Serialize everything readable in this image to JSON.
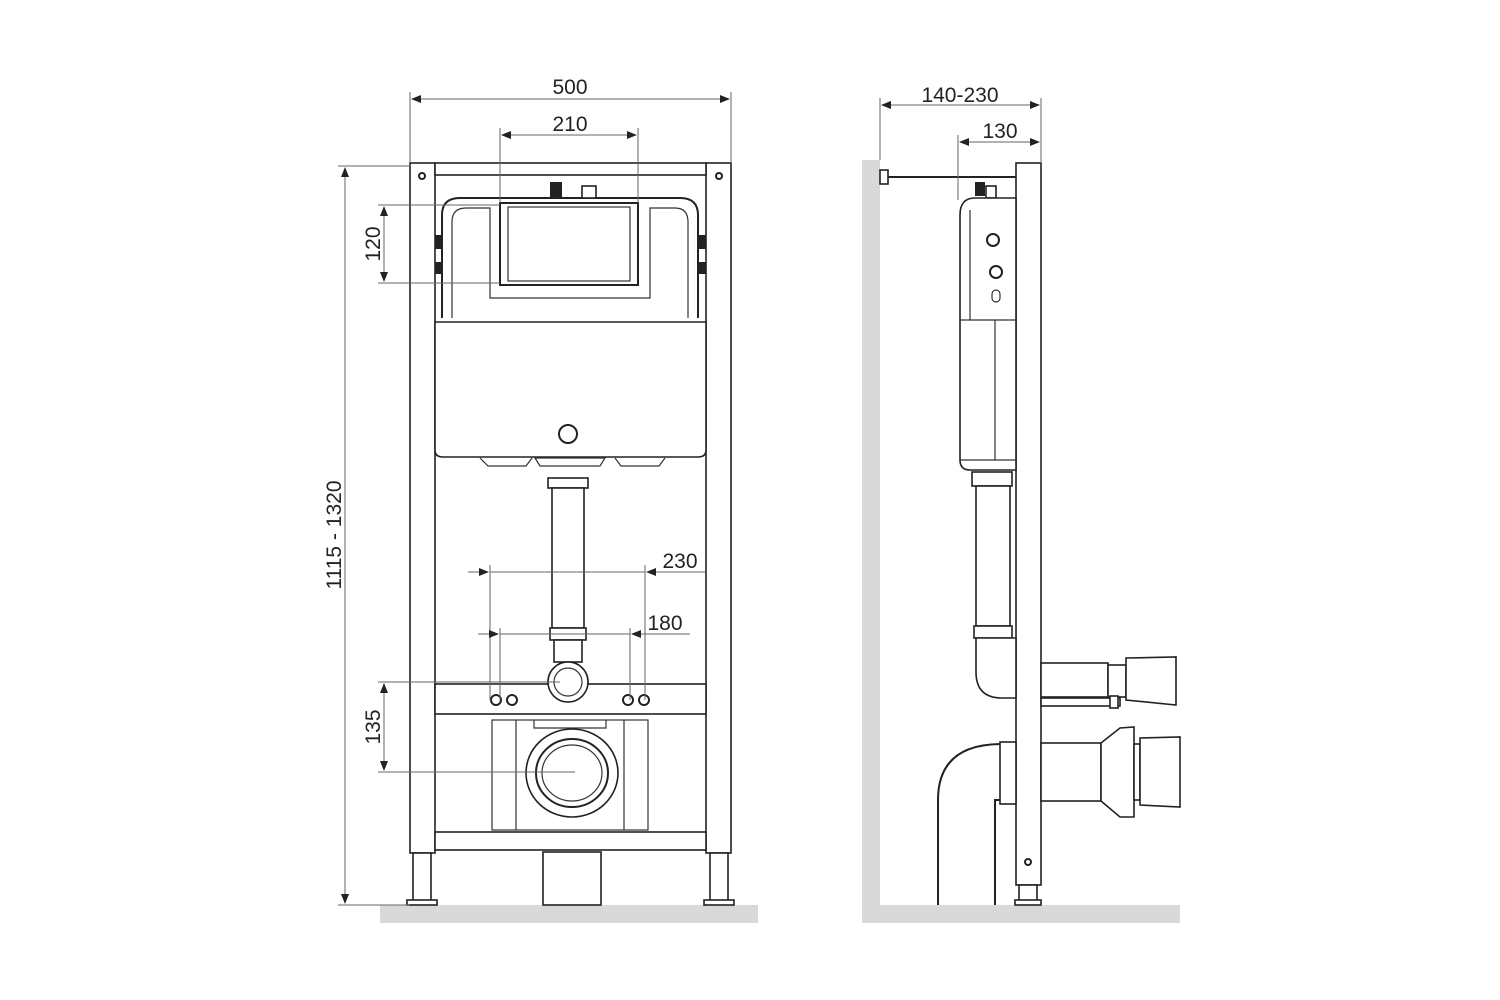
{
  "front_view": {
    "dims": {
      "width_total": "500",
      "button_width": "210",
      "button_height": "120",
      "height_range": "1115 - 1320",
      "bolt_spacing_outer": "230",
      "bolt_spacing_inner": "180",
      "outlet_height": "135"
    }
  },
  "side_view": {
    "dims": {
      "depth_range": "140-230",
      "frame_depth": "130"
    }
  },
  "colors": {
    "line": "#222222",
    "floor": "#d9d9d9"
  }
}
